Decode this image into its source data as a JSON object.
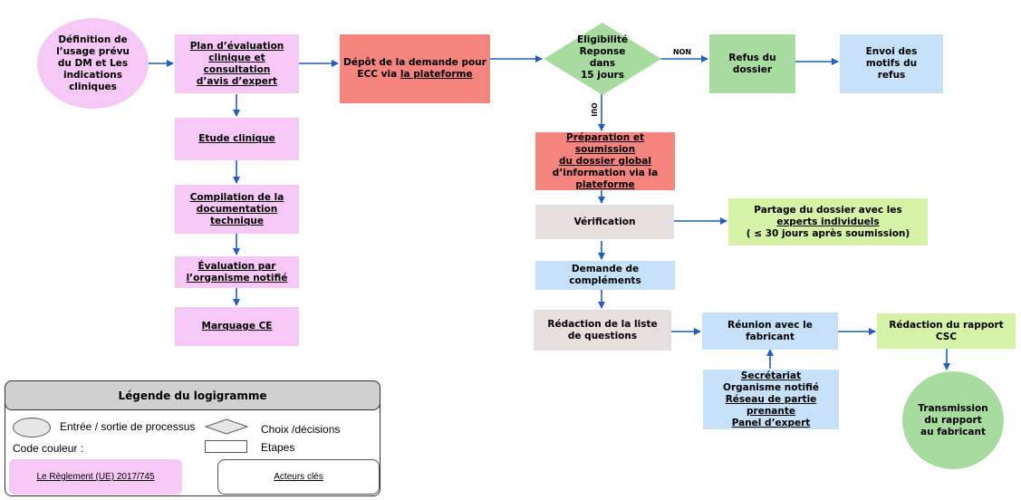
{
  "nodes": {
    "definition": "Définition de l’usage prévu du DM et Les indications cliniques",
    "plan_l1": "Plan d’évaluation",
    "plan_l2": "clinique et consultation",
    "plan_l3": "d’avis d’expert",
    "etude": "Etude clinique",
    "compilation_l1": "Compilation de la",
    "compilation_l2": "documentation",
    "compilation_l3": "technique",
    "evaluation_l1": "Évaluation par",
    "evaluation_l2": "l’organisme notifié",
    "marquage": "Marquage CE",
    "depot_l1": "Dépôt de la demande pour",
    "depot_l2a": "ECC via ",
    "depot_l2b": "la plateforme",
    "eligibilite_l1": "Eligibilité",
    "eligibilite_l2": "Reponse dans",
    "eligibilite_l3": "15 jours",
    "non_label": "NON",
    "oui_label": "OUI",
    "refus": "Refus du dossier",
    "envoi": "Envoi des motifs du refus",
    "preparation_l1": "Préparation et soumission",
    "preparation_l2": "du dossier global",
    "preparation_l3": "d’information via la",
    "preparation_l4": "plateforme",
    "verification": "Vérification",
    "partage_l1": "Partage du dossier avec les",
    "partage_l2": "experts individuels",
    "partage_l3": "( ≤ 30 jours après soumission)",
    "demande": "Demande de compléments",
    "redaction_liste": "Rédaction de la liste de questions",
    "reunion": "Réunion avec le fabricant",
    "redaction_rapport": "Rédaction du rapport CSC",
    "transmission": "Transmission du rapport au fabricant",
    "acteurs_l1": "Secrétariat",
    "acteurs_l2": "Organisme notifié",
    "acteurs_l3": "Réseau de partie prenante",
    "acteurs_l4": "Panel d’expert"
  },
  "legend": {
    "title": "Légende du logigramme",
    "entree": "Entrée / sortie de processus",
    "choix": "Choix /décisions",
    "code": "Code couleur :",
    "etapes": "Etapes",
    "reglement": "Le Règlement (UE) 2017/745",
    "acteurs": "Acteurs clés"
  },
  "colors": {
    "pink": "#f6c8f5",
    "red": "#f4847d",
    "green": "#a8dba0",
    "blue": "#c6e0f8",
    "grey": "#e5e0df",
    "lime": "#d5f2a6",
    "arrow": "#1f5fc4"
  }
}
